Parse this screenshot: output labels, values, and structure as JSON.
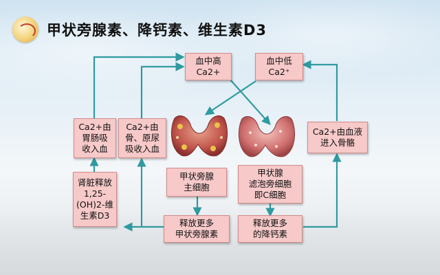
{
  "title": "甲状旁腺素、降钙素、维生素D3",
  "logo": {
    "icon": "logo-emblem-icon"
  },
  "nodes": {
    "high_ca": "血中高\nCa2+",
    "low_ca": "血中低\nCa2⁺",
    "gut": "Ca2+由\n胃肠吸\n收入血",
    "bone_urine": "Ca2+由\n骨、原尿\n吸收入血",
    "to_bone": "Ca2+由血液\n进入骨骼",
    "kidney": "肾脏释放\n1,25-\n(OH)2-维\n生素D3",
    "chief_cell": "甲状旁腺\n主细胞",
    "c_cell": "甲状腺\n滤泡旁细胞\n即C细胞",
    "pth": "释放更多\n甲状旁腺素",
    "calcitonin": "释放更多\n的降钙素"
  },
  "images": {
    "parathyroid": "parathyroid-gland-image",
    "thyroid": "thyroid-gland-image"
  },
  "colors": {
    "box_fill": "#f7c9c9",
    "box_border": "#d28a8a",
    "arrow": "#2f9aa0"
  }
}
